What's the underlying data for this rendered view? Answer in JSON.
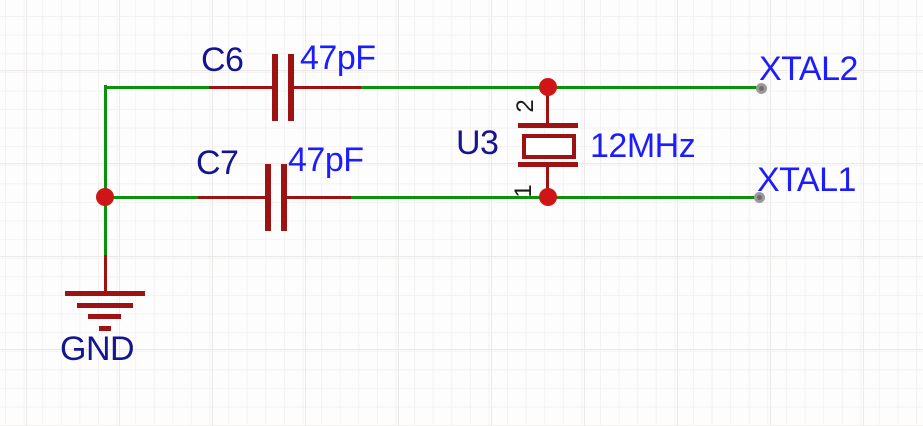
{
  "components": {
    "c6": {
      "ref": "C6",
      "value": "47pF"
    },
    "c7": {
      "ref": "C7",
      "value": "47pF"
    },
    "u3": {
      "ref": "U3",
      "value": "12MHz",
      "pin_top": "2",
      "pin_bottom": "1"
    }
  },
  "net_labels": {
    "xtal2": "XTAL2",
    "xtal1": "XTAL1"
  },
  "power": {
    "gnd": "GND"
  },
  "colors": {
    "wire_green": "#0a930a",
    "component_dark_red": "#9d1212",
    "junction_red": "#cf1616",
    "reference_text_navy": "#151591",
    "value_text_blue": "#1c1cff",
    "pin_number_black": "#1a1a1a",
    "terminal_gray": "#9a9a9a",
    "background": "#fdfdfd",
    "grid_line": "#f4f2f0"
  }
}
